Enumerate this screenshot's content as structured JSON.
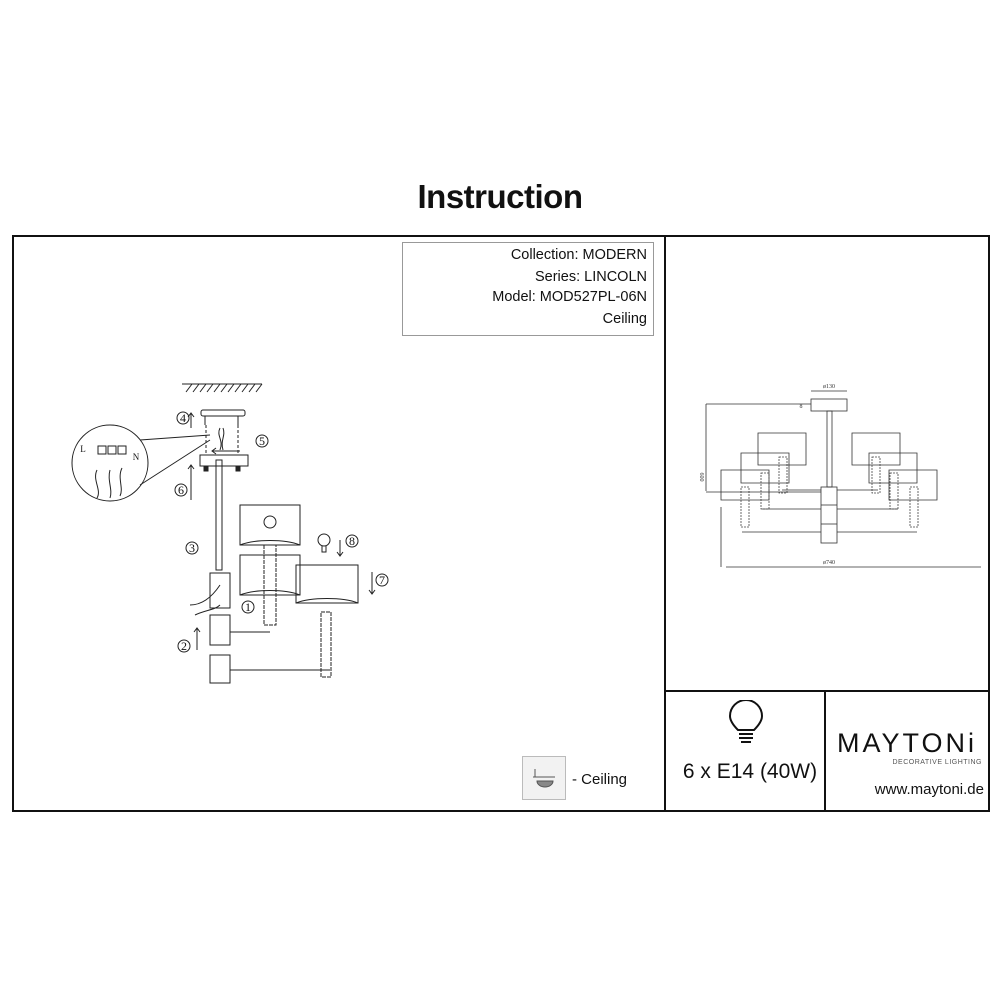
{
  "title": "Instruction",
  "info": {
    "collection": "Collection: MODERN",
    "series": "Series: LINCOLN",
    "model": "Model: MOD527PL-06N",
    "mount": "Ceiling"
  },
  "assembly": {
    "steps": [
      "1",
      "2",
      "3",
      "4",
      "5",
      "6",
      "7",
      "8"
    ],
    "wire_labels": {
      "live": "L",
      "neutral": "N"
    }
  },
  "dimensions": {
    "canopy": "ø130",
    "canopy_height": "8",
    "height": "600",
    "diameter": "ø740"
  },
  "legend": {
    "icon": "ceiling-mount-icon",
    "label": "- Ceiling"
  },
  "lamps": {
    "icon": "light-bulb-icon",
    "spec": "6 x E14 (40W)"
  },
  "brand": {
    "name": "MAYTONi",
    "tagline": "DECORATIVE LIGHTING",
    "url": "www.maytoni.de"
  }
}
